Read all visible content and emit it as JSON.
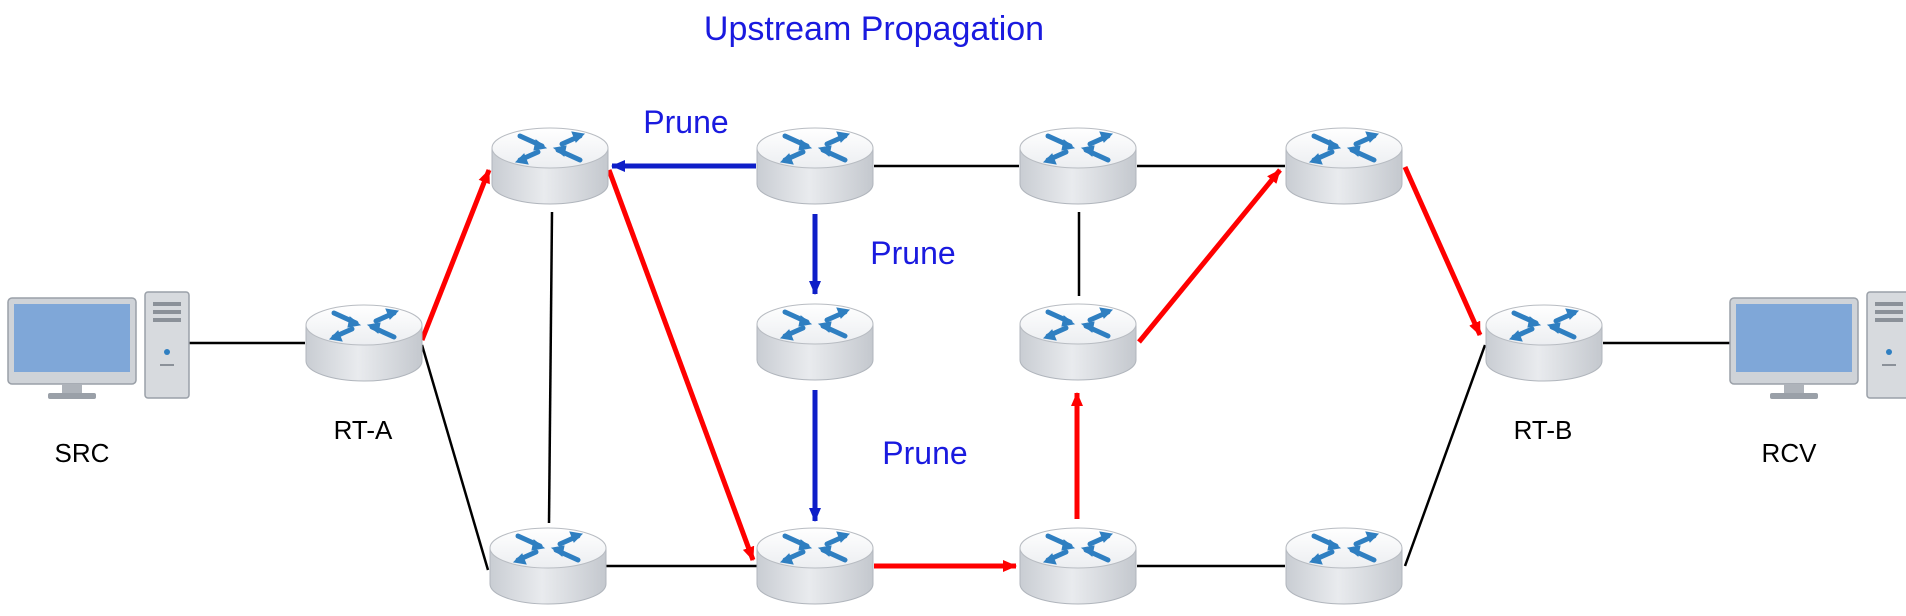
{
  "title": "Upstream Propagation",
  "labels": {
    "src": "SRC",
    "rt_a": "RT-A",
    "rt_b": "RT-B",
    "rcv": "RCV",
    "prune_1": "Prune",
    "prune_2": "Prune",
    "prune_3": "Prune"
  },
  "colors": {
    "title": "#1a1adf",
    "prune_text": "#1a1adf",
    "prune_arrow": "#0e1ec8",
    "forward_arrow": "#ff0000",
    "link": "#000000",
    "router_body": "#dfe2e6",
    "router_arrows": "#2f7fc1",
    "monitor_screen": "#7fa7d8"
  },
  "icons": {
    "router": "router-icon",
    "computer": "desktop-computer-icon"
  }
}
